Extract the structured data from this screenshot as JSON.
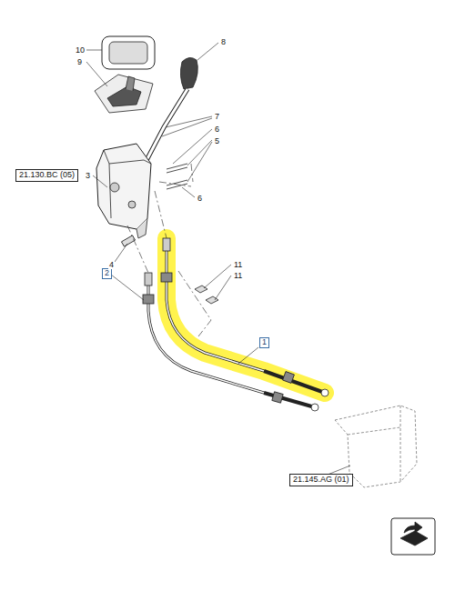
{
  "diagram": {
    "nodes": [
      {
        "text": [
          "21.130.BC (05)"
        ]
      },
      {
        "text": [
          "2"
        ]
      },
      {
        "text": [
          "1"
        ]
      },
      {
        "text": [
          "21.145.AG (01)"
        ]
      }
    ],
    "labels": [
      "10",
      "9",
      "8",
      "7",
      "6",
      "5",
      "3",
      "6",
      "4",
      "11",
      "11"
    ]
  }
}
